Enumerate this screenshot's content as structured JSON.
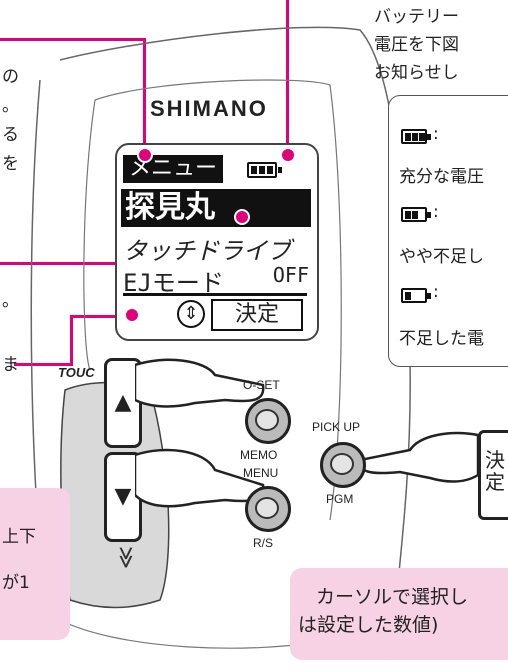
{
  "device": {
    "brand": "SHIMANO",
    "lcd": {
      "menu_title": "メニュー",
      "item_selected": "探見丸",
      "item_2": "タッチドライブ",
      "item_3_label": "EJモード",
      "item_3_value": "OFF",
      "confirm": "決定",
      "updown_glyph": "⇕"
    },
    "touch_label": "TOUC",
    "buttons": {
      "oset_label": "O-SET",
      "memo_label": "MEMO",
      "menu_label": "MENU",
      "rs_label": "R/S",
      "pickup_label": "PICK UP",
      "pgm_label": "PGM",
      "up_glyph": "▲",
      "down_glyph": "▼",
      "chevrons_glyph": "≫"
    }
  },
  "right_panel": {
    "heading_line1": "バッテリー",
    "heading_line2": "電圧を下図",
    "heading_line3": "お知らせし",
    "colon": ":",
    "level_full": "充分な電圧",
    "level_mid": "やや不足し",
    "level_low": "不足した電"
  },
  "left_fragments": {
    "line1": "の",
    "line2": "。",
    "line3": "る",
    "line4": "を",
    "line5": "。",
    "line6": "ま"
  },
  "bottom_left_box": {
    "line1": "上下",
    "line2": "が1"
  },
  "bottom_right_box": {
    "line1": "カーソルで選択し",
    "line2": "は設定した数値)"
  },
  "side_key": {
    "label": "決定"
  },
  "colors": {
    "accent": "#e0007a",
    "pink_box": "#f7d2e5"
  }
}
